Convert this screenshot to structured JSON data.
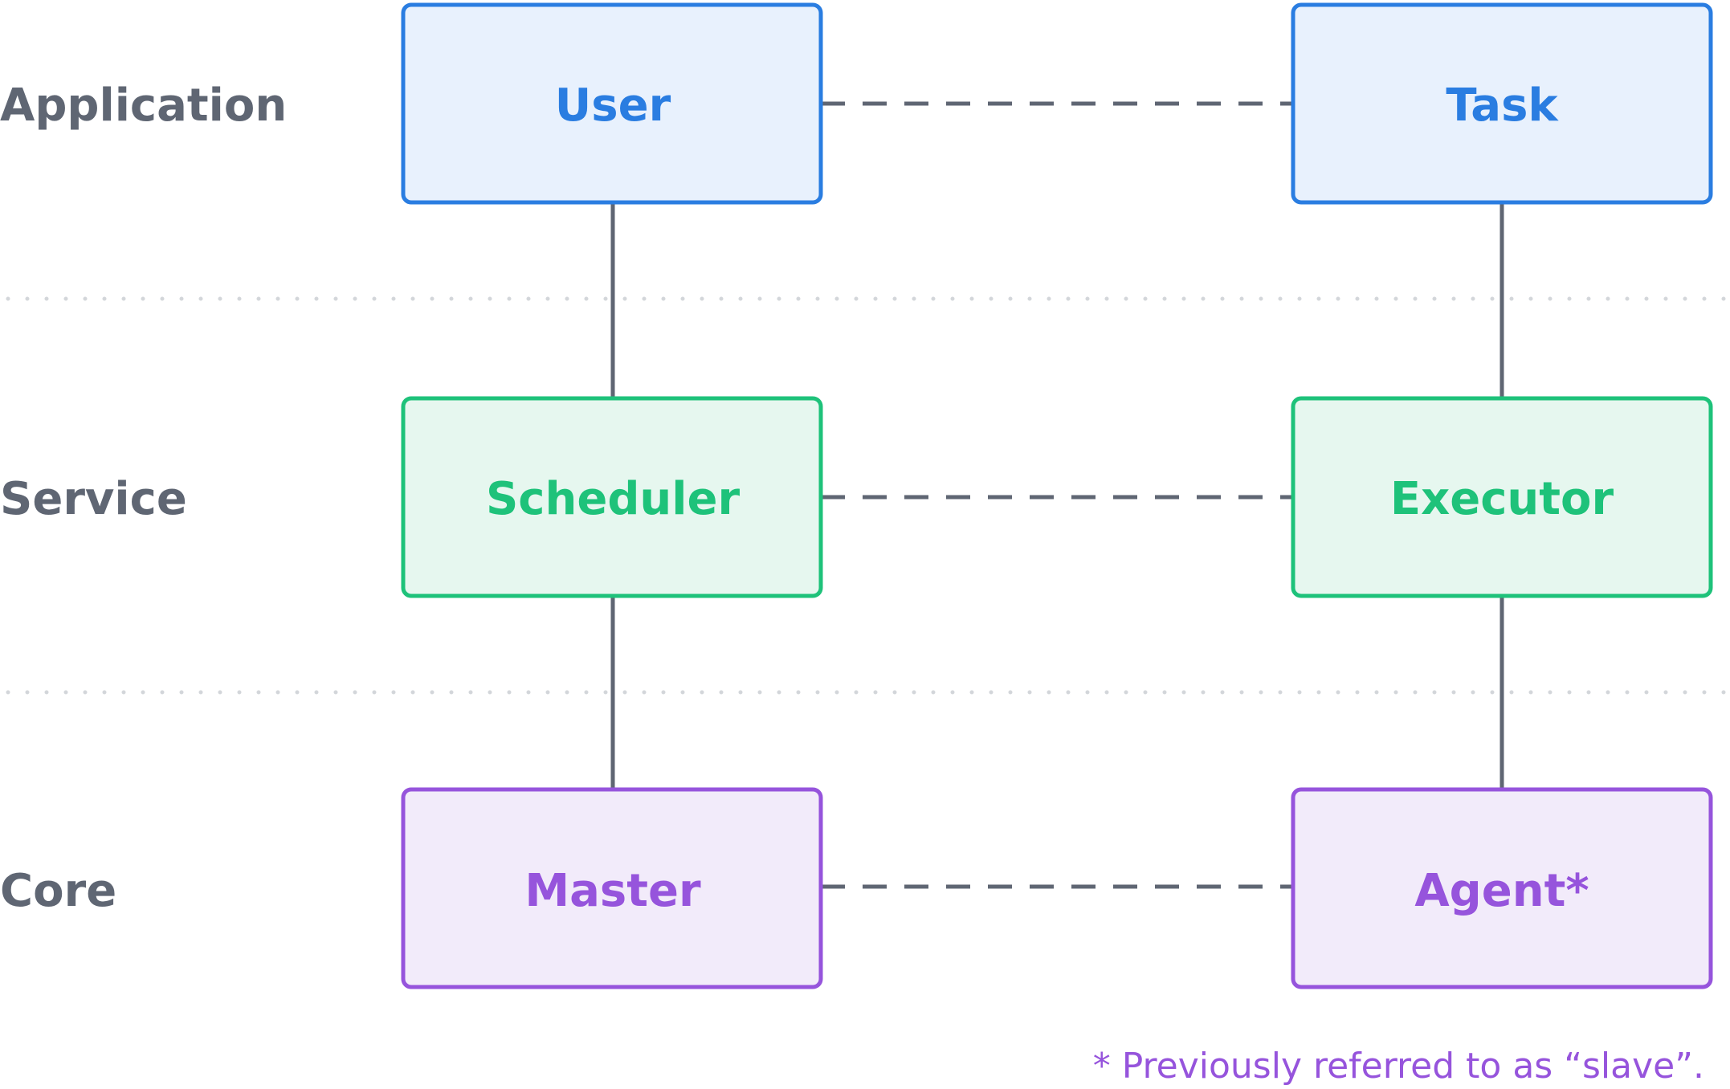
{
  "colors": {
    "application_stroke": "#2a7de1",
    "application_fill": "#e8f1fd",
    "service_stroke": "#1ec27a",
    "service_fill": "#e6f7ef",
    "core_stroke": "#9654dc",
    "core_fill": "#f2ebfa",
    "connector": "#5f6673",
    "layer_label": "#5f6673",
    "layer_divider": "#d3d6da",
    "footnote": "#9654dc"
  },
  "layers": {
    "application": {
      "label": "Application",
      "left_box": "User",
      "right_box": "Task"
    },
    "service": {
      "label": "Service",
      "left_box": "Scheduler",
      "right_box": "Executor"
    },
    "core": {
      "label": "Core",
      "left_box": "Master",
      "right_box": "Agent*"
    }
  },
  "footnote": "* Previously referred to as “slave”."
}
